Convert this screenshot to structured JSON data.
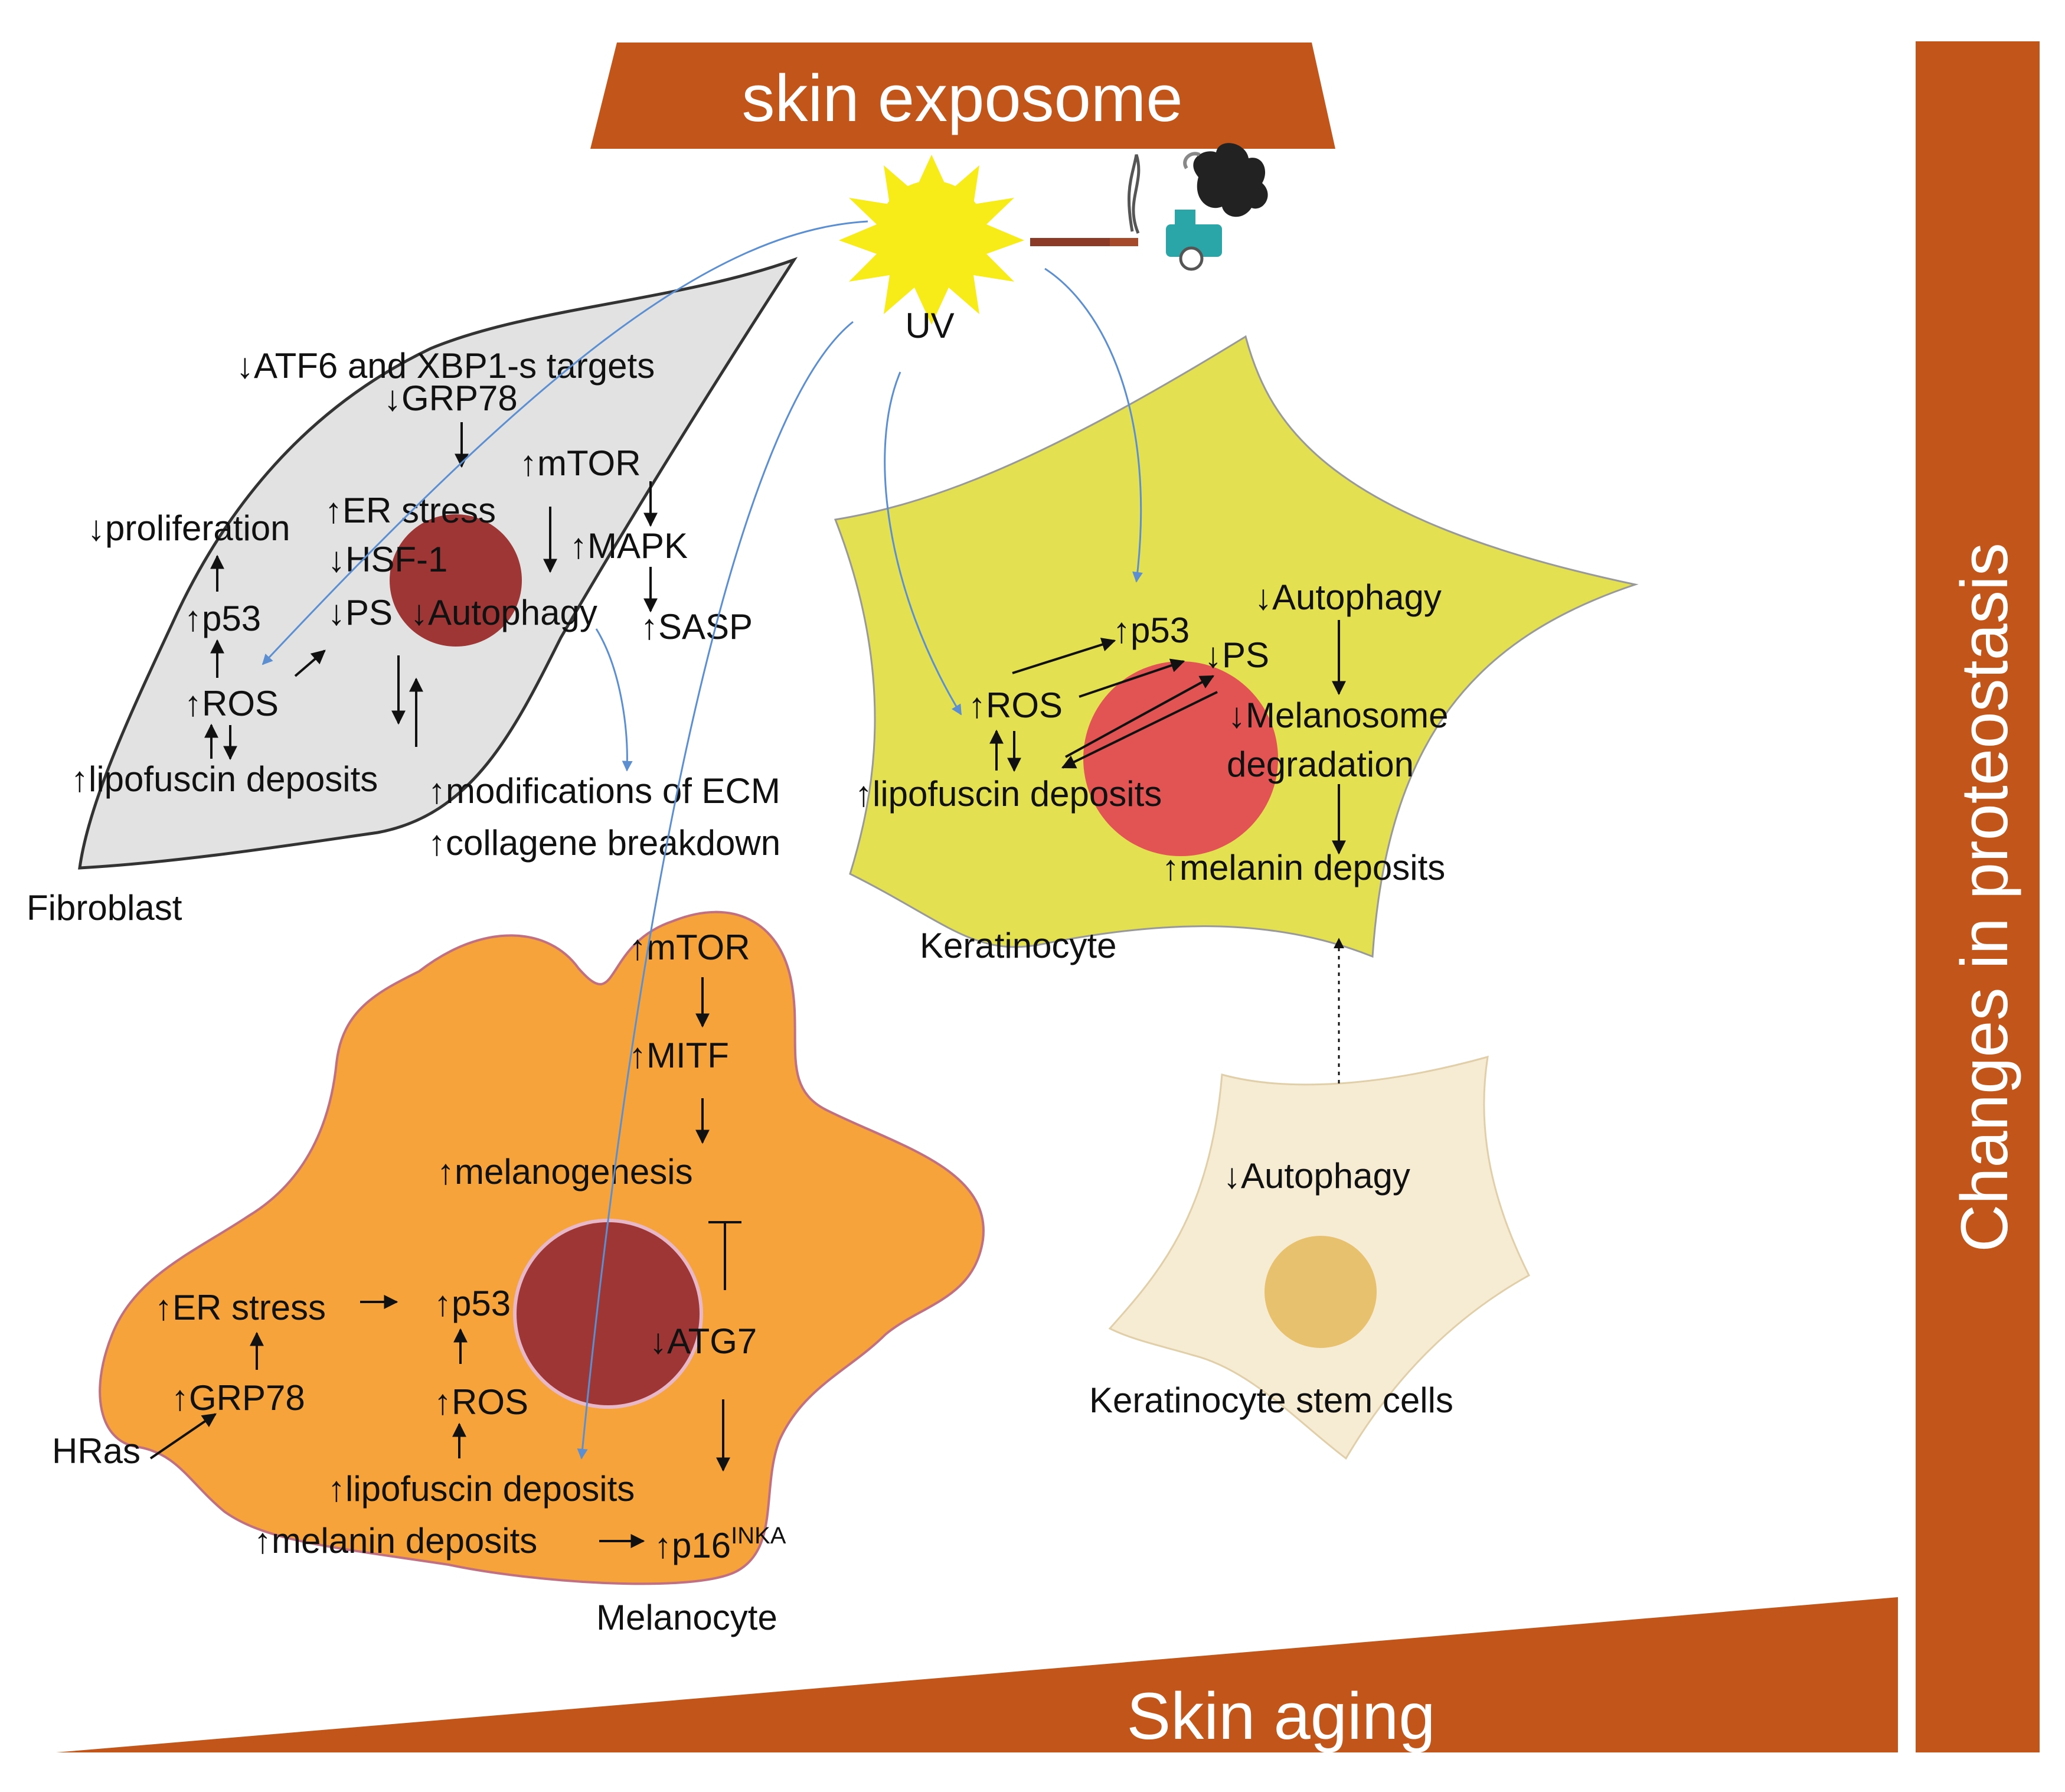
{
  "banners": {
    "top": "skin exposome",
    "bottom": "Skin aging",
    "right": "Changes in proteostasis"
  },
  "exposome": {
    "uv_label": "UV"
  },
  "fibroblast": {
    "name": "Fibroblast",
    "atf6": "↓ATF6 and XBP1-s targets",
    "grp78": "↓GRP78",
    "mtor": "↑mTOR",
    "proliferation": "↓proliferation",
    "er_stress": "↑ER stress",
    "hsf1": "↓HSF-1",
    "mapk": "↑MAPK",
    "p53": "↑p53",
    "ps": "↓PS",
    "autophagy": "↓Autophagy",
    "sasp": "↑SASP",
    "ros": "↑ROS",
    "lipofuscin": "↑lipofuscin deposits",
    "ecm": "↑modifications of ECM",
    "collagen": "↑collagene breakdown"
  },
  "keratinocyte": {
    "name": "Keratinocyte",
    "autophagy": "↓Autophagy",
    "p53": "↑p53",
    "ps": "↓PS",
    "ros": "↑ROS",
    "melanosome": "↓Melanosome",
    "degradation": "degradation",
    "lipofuscin": "↑lipofuscin deposits",
    "melanin": "↑melanin deposits"
  },
  "stem_cells": {
    "name": "Keratinocyte stem cells",
    "autophagy": "↓Autophagy"
  },
  "melanocyte": {
    "name": "Melanocyte",
    "mtor": "↑mTOR",
    "mitf": "↑MITF",
    "melanogenesis": "↑melanogenesis",
    "er_stress": "↑ER stress",
    "p53": "↑p53",
    "atg7": "↓ATG7",
    "grp78": "↑GRP78",
    "ros": "↑ROS",
    "hras": "HRas",
    "lipofuscin": "↑lipofuscin deposits",
    "melanin": "↑melanin deposits",
    "p16": "↑p16",
    "p16_sup": "INKA"
  },
  "colors": {
    "banner": "#c2561a",
    "fibroblast_fill": "#e2e2e2",
    "keratinocyte_fill": "#e3e052",
    "melanocyte_fill": "#f5a33a",
    "stem_fill": "#f6ecd4",
    "nucleus_dark": "#9e3636",
    "nucleus_red": "#e25454",
    "stem_nucleus": "#e8c16e",
    "sun": "#f7ec18",
    "uv_arrow": "#5b8fd1"
  },
  "icons": [
    "sun-icon",
    "cigarette-icon",
    "car-exhaust-icon",
    "smoke-icon"
  ]
}
